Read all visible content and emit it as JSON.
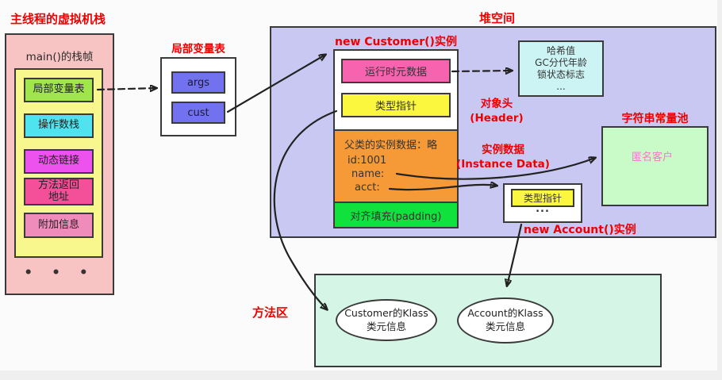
{
  "colors": {
    "red_label": "#ee0000",
    "heap_bg": "#c9c8f3",
    "vm_stack_bg": "#f8c3c3",
    "frame_bg": "#f7f78d",
    "local_var_slot": "#a0e64a",
    "operand_stack": "#4fe3ef",
    "dynamic_link": "#ee52ee",
    "return_addr": "#f4509a",
    "extra_info": "#ef8cbb",
    "var_box": "#7272f0",
    "runtime_meta": "#f863b0",
    "type_pointer": "#fbf63e",
    "instance_orange": "#f69a38",
    "padding_green": "#10e13c",
    "hash_box": "#cdf4f4",
    "string_pool": "#c8fbc8",
    "method_area": "#d5f6e6",
    "pool_value_text": "#f07cc8"
  },
  "vm_stack": {
    "title": "主线程的虚拟机栈",
    "frame_label": "main()的栈帧",
    "slots": [
      {
        "label": "局部变量表"
      },
      {
        "label": "操作数栈"
      },
      {
        "label": "动态链接"
      },
      {
        "label": "方法返回\n地址"
      },
      {
        "label": "附加信息"
      }
    ],
    "dots": "•  •  •"
  },
  "local_var_table": {
    "title": "局部变量表",
    "vars": [
      "args",
      "cust"
    ]
  },
  "heap": {
    "title": "堆空间",
    "customer": {
      "title": "new Customer()实例",
      "runtime_meta": "运行时元数据",
      "type_pointer": "类型指针",
      "parent_data": "父类的实例数据：略",
      "fields": [
        "id:1001",
        "name:",
        "acct:"
      ],
      "padding": "对齐填充(padding)"
    },
    "header_label": "对象头\n(Header)",
    "instance_label": "实例数据\n(Instance Data)",
    "hash_box": {
      "lines": [
        "哈希值",
        "GC分代年龄",
        "锁状态标志",
        "..."
      ]
    },
    "string_pool": {
      "title": "字符串常量池",
      "value": "匿名客户"
    },
    "account": {
      "title": "new Account()实例",
      "type_pointer": "类型指针",
      "ellipsis": "..."
    }
  },
  "method_area": {
    "title": "方法区",
    "klass_customer": "Customer的Klass\n类元信息",
    "klass_account": "Account的Klass\n类元信息"
  }
}
